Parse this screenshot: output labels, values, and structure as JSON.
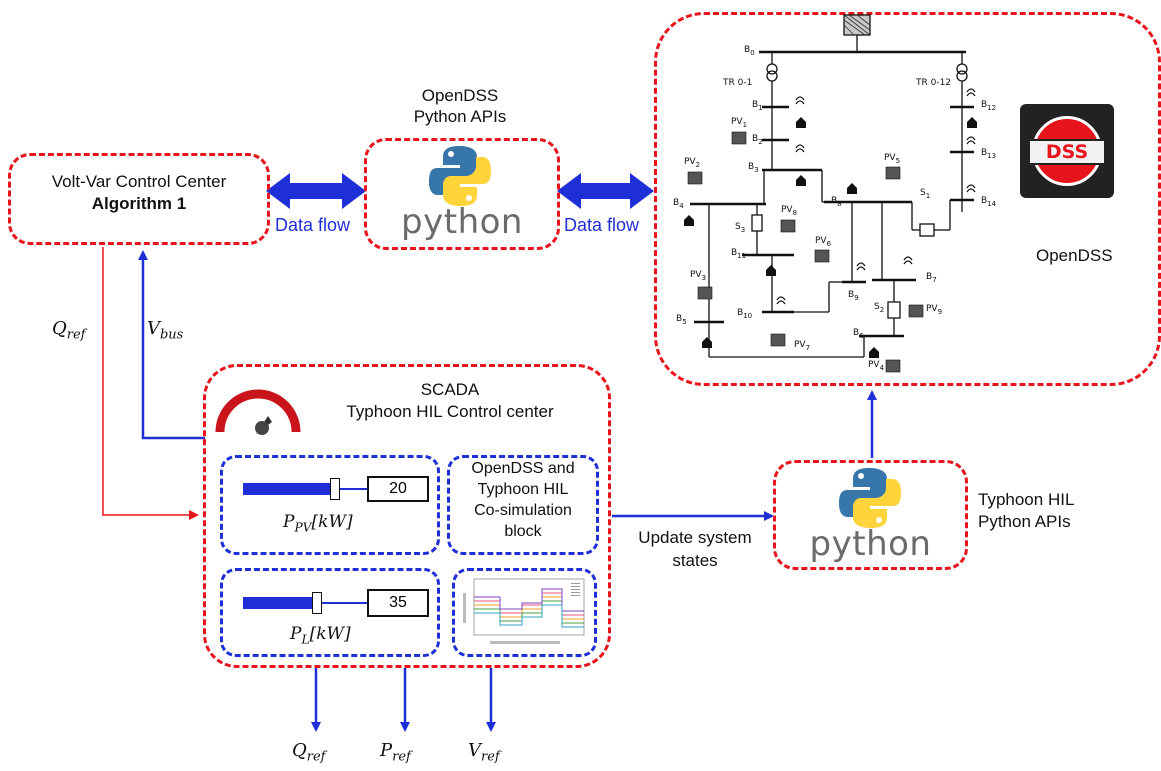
{
  "volt_var": {
    "title": "Volt-Var Control Center",
    "algorithm": "Algorithm 1"
  },
  "opendss_api": {
    "title_line1": "OpenDSS",
    "title_line2": "Python APIs",
    "python_word": "python"
  },
  "data_flow_left": "Data flow",
  "data_flow_right": "Data flow",
  "opendss": {
    "label": "OpenDSS",
    "logo_text": "DSS"
  },
  "scada": {
    "title_line1": "SCADA",
    "title_line2": "Typhoon HIL Control center",
    "pv_value": "20",
    "load_value": "35",
    "cosim_lines": [
      "OpenDSS and",
      "Typhoon HIL",
      "Co-simulation",
      "block"
    ]
  },
  "update_states": {
    "line1": "Update system",
    "line2": "states"
  },
  "typhoon_api": {
    "line1": "Typhoon HIL",
    "line2": "Python APIs",
    "python_word": "python"
  },
  "symbols": {
    "q_ref_left": {
      "base": "Q",
      "sub": "ref"
    },
    "v_bus": {
      "base": "V",
      "sub": "bus"
    },
    "p_pv": {
      "base": "P",
      "sub": "PV",
      "unit": "[kW]"
    },
    "p_l": {
      "base": "P",
      "sub": "L",
      "unit": "[kW]"
    },
    "q_ref_out": {
      "base": "Q",
      "sub": "ref"
    },
    "p_ref_out": {
      "base": "P",
      "sub": "ref"
    },
    "v_ref_out": {
      "base": "V",
      "sub": "ref"
    }
  },
  "network": {
    "buses": [
      {
        "b": "B",
        "n": "0"
      },
      {
        "b": "B",
        "n": "1"
      },
      {
        "b": "B",
        "n": "2"
      },
      {
        "b": "B",
        "n": "3"
      },
      {
        "b": "B",
        "n": "4"
      },
      {
        "b": "B",
        "n": "5"
      },
      {
        "b": "B",
        "n": "6"
      },
      {
        "b": "B",
        "n": "7"
      },
      {
        "b": "B",
        "n": "8"
      },
      {
        "b": "B",
        "n": "9"
      },
      {
        "b": "B",
        "n": "10"
      },
      {
        "b": "B",
        "n": "11"
      },
      {
        "b": "B",
        "n": "12"
      },
      {
        "b": "B",
        "n": "13"
      },
      {
        "b": "B",
        "n": "14"
      }
    ],
    "pvs": [
      {
        "b": "PV",
        "n": "1"
      },
      {
        "b": "PV",
        "n": "2"
      },
      {
        "b": "PV",
        "n": "3"
      },
      {
        "b": "PV",
        "n": "4"
      },
      {
        "b": "PV",
        "n": "5"
      },
      {
        "b": "PV",
        "n": "6"
      },
      {
        "b": "PV",
        "n": "7"
      },
      {
        "b": "PV",
        "n": "8"
      },
      {
        "b": "PV",
        "n": "9"
      }
    ],
    "switches": [
      {
        "b": "S",
        "n": "1"
      },
      {
        "b": "S",
        "n": "2"
      },
      {
        "b": "S",
        "n": "3"
      }
    ],
    "transformers": [
      "TR 0-1",
      "TR 0-12"
    ]
  },
  "colors": {
    "red_dash": "#e8141c",
    "blue": "#1f2fd6",
    "python_blue": "#3776ab",
    "python_yellow": "#ffd43b"
  }
}
